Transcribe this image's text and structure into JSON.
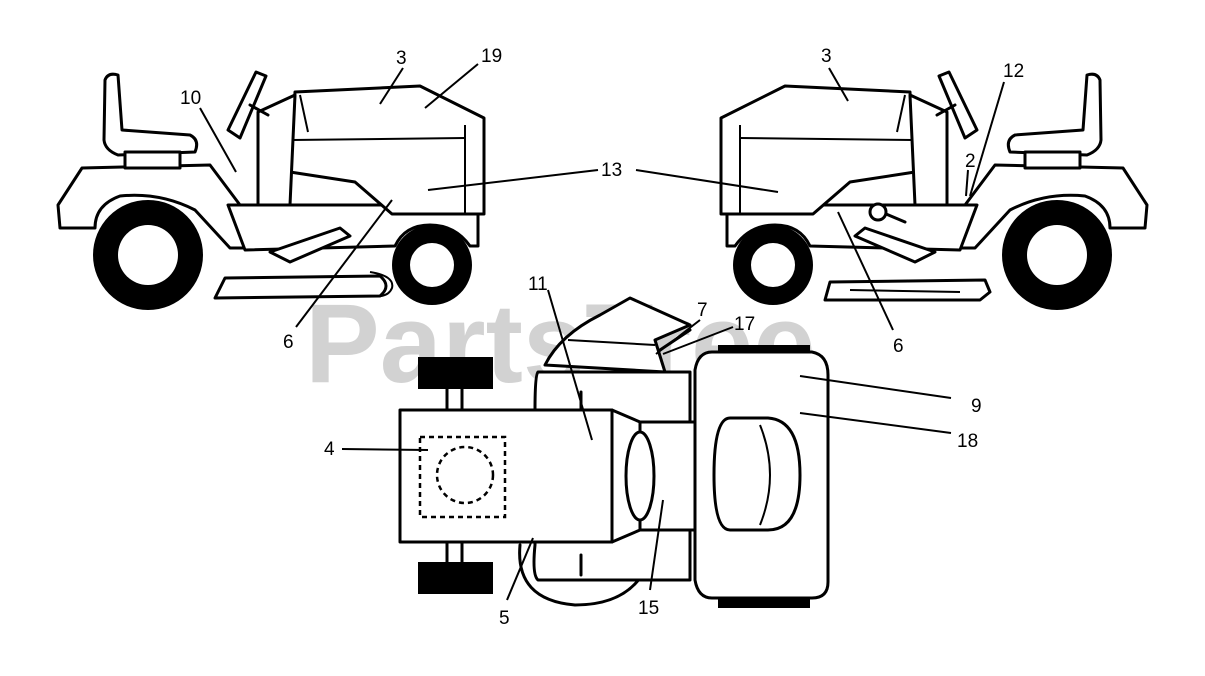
{
  "watermark": "PartsTree",
  "callouts": {
    "left_3": "3",
    "left_19": "19",
    "left_10": "10",
    "center_13": "13",
    "left_6": "6",
    "right_3": "3",
    "right_12": "12",
    "right_2": "2",
    "right_6": "6",
    "top_11": "11",
    "top_7": "7",
    "top_17": "17",
    "top_9": "9",
    "top_18": "18",
    "top_4": "4",
    "top_5": "5",
    "top_15": "15"
  }
}
